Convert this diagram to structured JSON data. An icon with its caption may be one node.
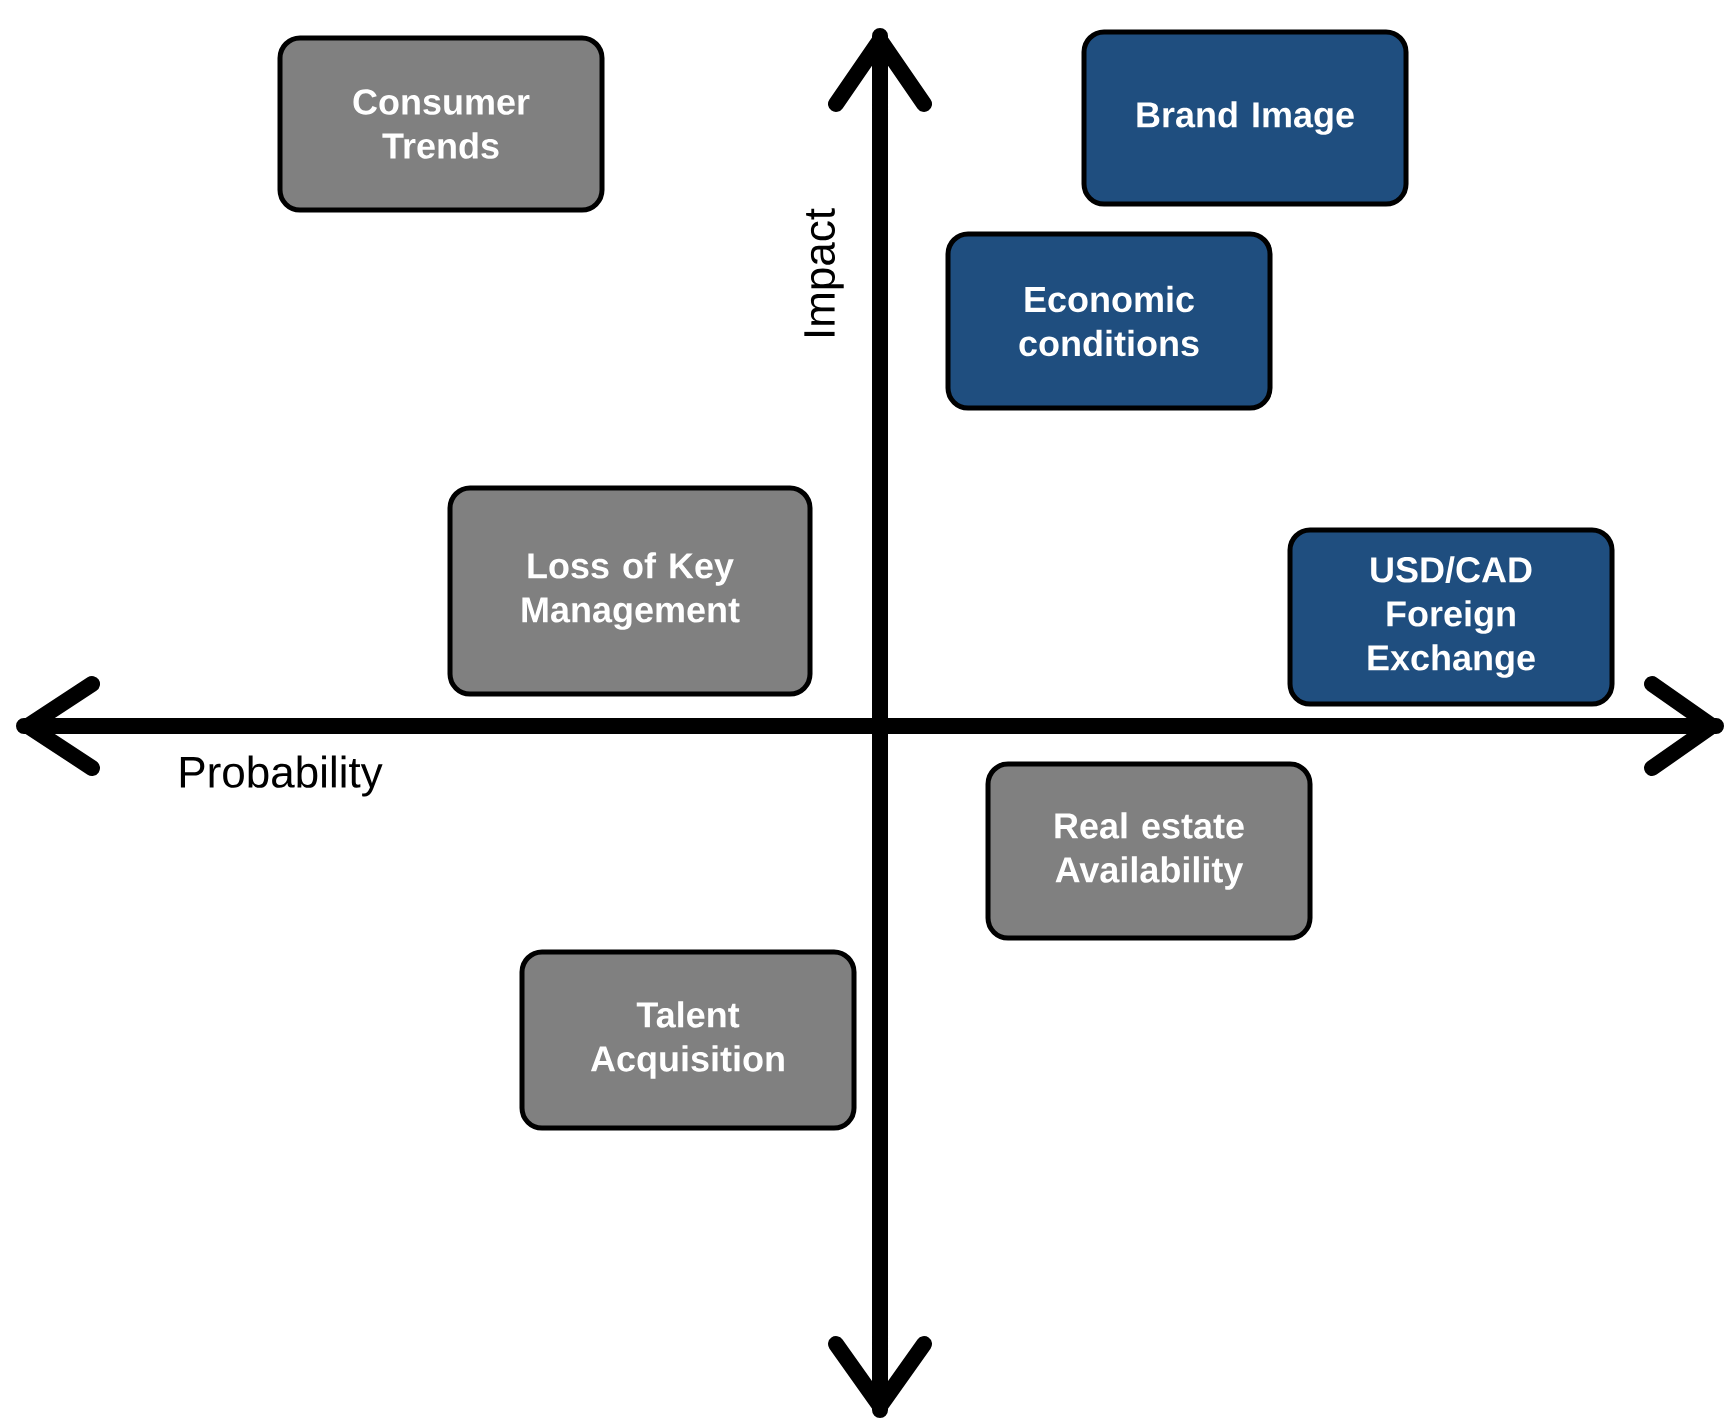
{
  "diagram": {
    "nodes": [
      {
        "text": [
          "Consumer Trends"
        ]
      },
      {
        "text": [
          "Brand Image"
        ]
      },
      {
        "text": [
          "Economic conditions"
        ]
      },
      {
        "text": [
          "Loss of Key Management"
        ]
      },
      {
        "text": [
          "USD/CAD Foreign Exchange"
        ]
      },
      {
        "text": [
          "Real estate Availability"
        ]
      },
      {
        "text": [
          "Talent Acquisition"
        ]
      }
    ],
    "labels": [
      "Impact",
      "Probability"
    ]
  }
}
